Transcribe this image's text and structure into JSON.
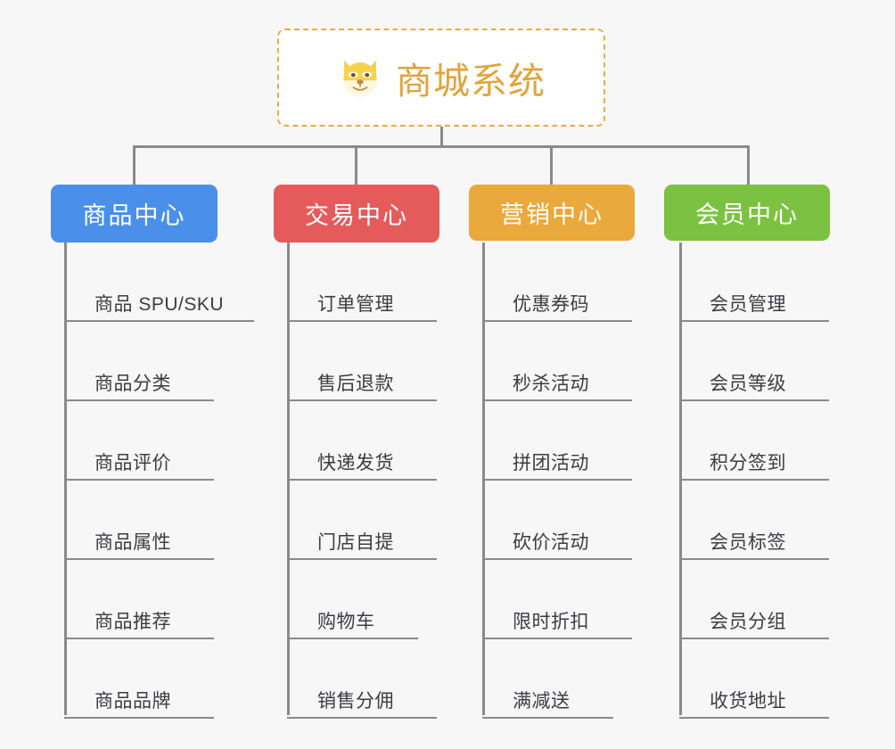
{
  "page": {
    "background_color": "#f7f7f7",
    "type": "mindmap"
  },
  "root": {
    "title": "商城系统",
    "icon": "dog-face-icon",
    "border_color": "#e9ac43",
    "text_color": "#dfa53c",
    "background_color": "#ffffff"
  },
  "branches": [
    {
      "label": "商品中心",
      "color": "#4a90ea",
      "items": [
        "商品 SPU/SKU",
        "商品分类",
        "商品评价",
        "商品属性",
        "商品推荐",
        "商品品牌"
      ]
    },
    {
      "label": "交易中心",
      "color": "#e55b5b",
      "items": [
        "订单管理",
        "售后退款",
        "快递发货",
        "门店自提",
        "购物车",
        "销售分佣"
      ]
    },
    {
      "label": "营销中心",
      "color": "#eaa93c",
      "items": [
        "优惠券码",
        "秒杀活动",
        "拼团活动",
        "砍价活动",
        "限时折扣",
        "满减送"
      ]
    },
    {
      "label": "会员中心",
      "color": "#7cc242",
      "items": [
        "会员管理",
        "会员等级",
        "积分签到",
        "会员标签",
        "会员分组",
        "收货地址"
      ]
    }
  ]
}
